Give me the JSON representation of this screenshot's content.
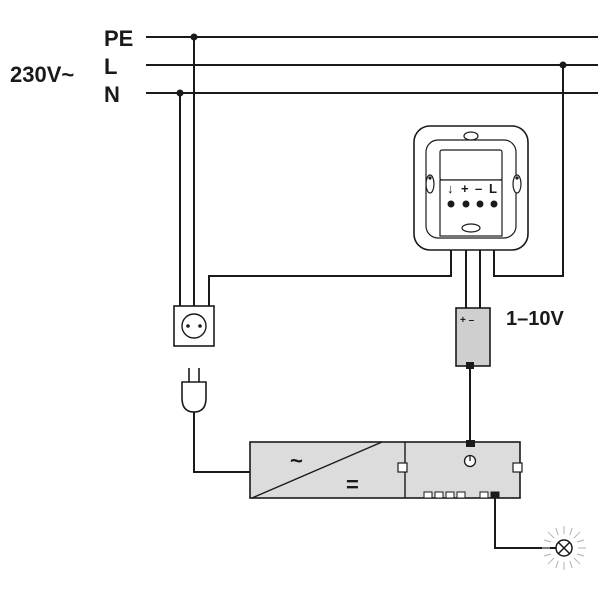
{
  "supply": {
    "voltage_label": "230V~",
    "conductors": [
      "PE",
      "L",
      "N"
    ]
  },
  "dimmer": {
    "terminal_labels": [
      "↓",
      "+",
      "–",
      "L"
    ]
  },
  "interface": {
    "polarity_label": "+ –",
    "control_label": "1–10V"
  },
  "driver": {
    "ac_symbol": "~",
    "dc_symbol": "="
  },
  "colors": {
    "line": "#1a1a1a",
    "driver_fill": "#dcdcdc",
    "interface_fill": "#cfcfcf",
    "lamp_glow": "#bdbdbd"
  }
}
